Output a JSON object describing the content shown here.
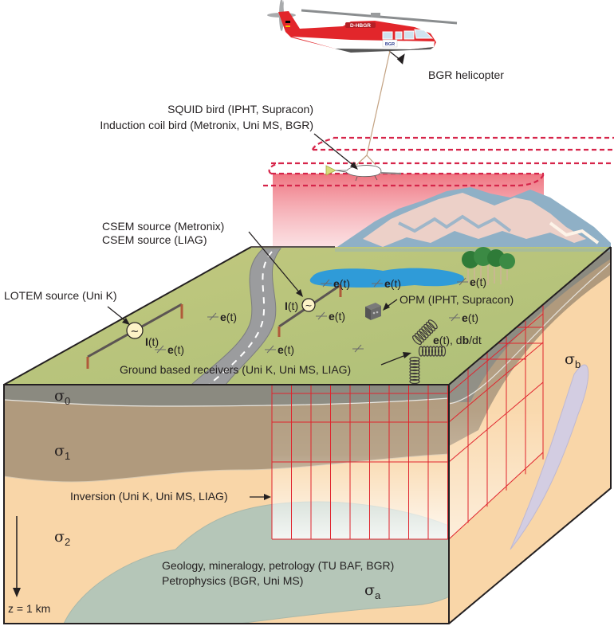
{
  "helicopter": {
    "label": "BGR helicopter",
    "registration": "D-HBGR",
    "door_logo": "BGR",
    "body_color": "#e2262b"
  },
  "airborne": {
    "squid_label": "SQUID bird (IPHT, Supracon)",
    "coil_label": "Induction coil bird (Metronix, Uni MS, BGR)"
  },
  "sources": {
    "csem_metronix": "CSEM source (Metronix)",
    "csem_liag": "CSEM source (LIAG)",
    "lotem": "LOTEM source (Uni K)",
    "current_symbol": "I",
    "current_arg": "(t)",
    "ac_symbol": "~"
  },
  "receivers": {
    "efield_symbol": "e",
    "efield_arg": "(t)",
    "opm_label": "OPM (IPHT, Supracon)",
    "coil_sep": "(t), d",
    "coil_b": "b",
    "coil_dt": "/dt",
    "ground_label": "Ground based receivers (Uni K, Uni MS, LIAG)"
  },
  "subsurface": {
    "sigma": "σ",
    "layers": [
      {
        "sub": "0",
        "color": "#8b8a80"
      },
      {
        "sub": "1",
        "color": "#b09a7d"
      },
      {
        "sub": "2",
        "color": "#f9d6a8"
      }
    ],
    "anomaly_a": {
      "sub": "a",
      "color": "#b5c6b8"
    },
    "anomaly_b": {
      "sub": "b",
      "color": "#cfcde8"
    },
    "inversion_label": "Inversion (Uni K, Uni MS, LIAG)",
    "geology_label": "Geology, mineralogy, petrology (TU BAF, BGR)",
    "petrophysics_label": "Petrophysics (BGR, Uni MS)",
    "depth_label": "z = 1 km"
  },
  "colors": {
    "grass": "#b9c27c",
    "lake": "#2f9bd8",
    "grid": "#e0242d",
    "flight_path": "#d6254a"
  }
}
